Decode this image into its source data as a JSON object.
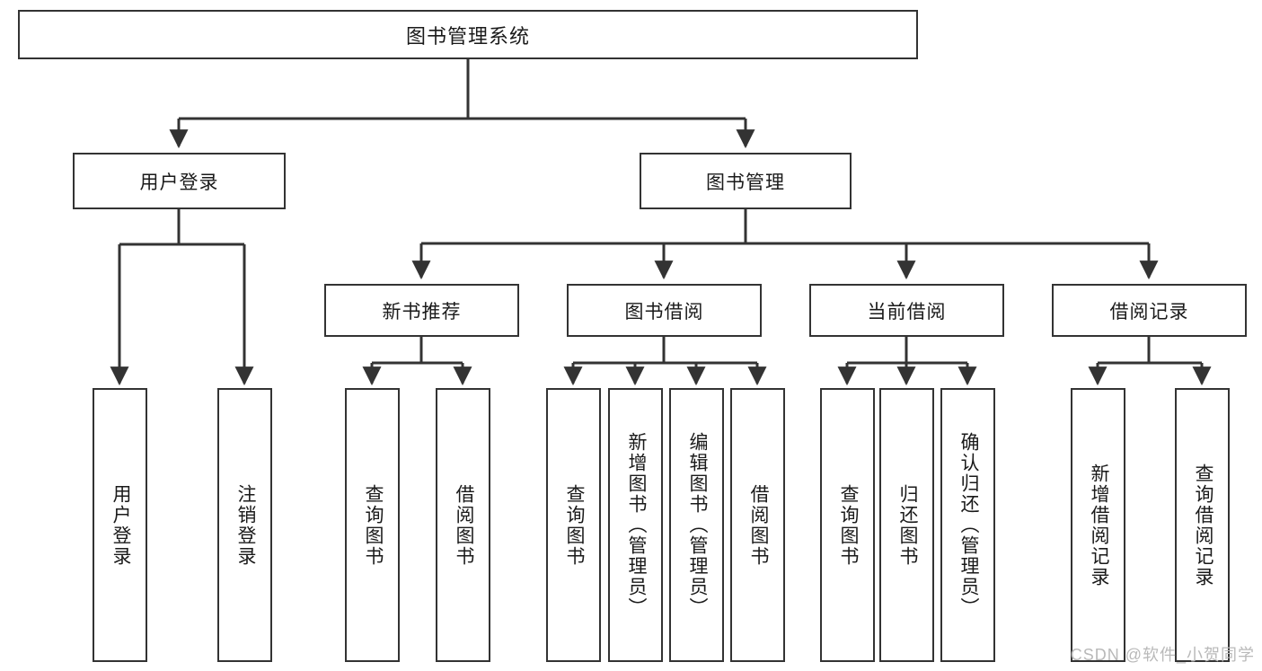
{
  "diagram": {
    "type": "hierarchy-tree",
    "title": "图书管理系统",
    "watermark": "CSDN @软件_小贺同学",
    "colors": {
      "border": "#333333",
      "background": "#ffffff",
      "text": "#1a1a1a",
      "watermark": "#b9b9b9"
    },
    "nodes": {
      "root": "图书管理系统",
      "level2": {
        "user_login": "用户登录",
        "book_manage": "图书管理"
      },
      "level3": {
        "new_book_recommend": "新书推荐",
        "book_borrow": "图书借阅",
        "current_borrow": "当前借阅",
        "borrow_record": "借阅记录"
      },
      "leaves": {
        "user_login_1": "用户登录",
        "user_login_2": "注销登录",
        "recommend_1": "查询图书",
        "recommend_2": "借阅图书",
        "borrow_1": "查询图书",
        "borrow_2": "新增图书（管理员）",
        "borrow_3": "编辑图书（管理员）",
        "borrow_4": "借阅图书",
        "current_1": "查询图书",
        "current_2": "归还图书",
        "current_3": "确认归还（管理员）",
        "record_1": "新增借阅记录",
        "record_2": "查询借阅记录"
      }
    }
  }
}
